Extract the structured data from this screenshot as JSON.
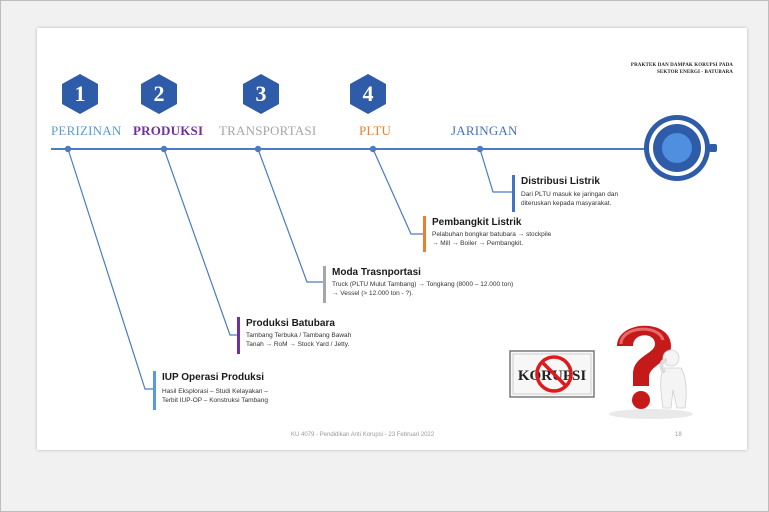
{
  "header": {
    "line1": "PRAKTEK DAN DAMPAK KORUPSI PADA",
    "line2": "SEKTOR ENERGI - BATUBARA"
  },
  "stages": [
    {
      "number": "1",
      "label": "PERIZINAN",
      "color": "#5b9bd5"
    },
    {
      "number": "2",
      "label": "PRODUKSI",
      "color": "#7030a0"
    },
    {
      "number": "3",
      "label": "TRANSPORTASI",
      "color": "#a6a6a6"
    },
    {
      "number": "4",
      "label": "PLTU",
      "color": "#ed7d31"
    },
    {
      "number": "",
      "label": "JARINGAN",
      "color": "#4472c4"
    }
  ],
  "boxes": [
    {
      "title": "Distribusi Listrik",
      "lines": [
        "Dari PLTU masuk ke jaringan dan",
        "diteruskan kepada masyarakat."
      ],
      "color": "#4472c4"
    },
    {
      "title": "Pembangkit Listrik",
      "lines": [
        "Pelabuhan bongkar batubara → stockpile",
        "→ Mill → Boiler → Pembangkit."
      ],
      "color": "#ed7d31"
    },
    {
      "title": "Moda Trasnportasi",
      "lines": [
        "Truck (PLTU Mulut Tambang) → Tongkang (8000 – 12.000 ton)",
        "→ Vessel (> 12.000 ton - ?)."
      ],
      "color": "#a6a6a6"
    },
    {
      "title": "Produksi Batubara",
      "lines": [
        "Tambang Terbuka / Tambang Bawah",
        "Tanah → RoM → Stock Yard / Jetty."
      ],
      "color": "#7030a0"
    },
    {
      "title": "IUP Operasi Produksi",
      "lines": [
        "Hasil Eksplorasi – Studi Kelayakan –",
        "Terbit IUP-OP – Konstruksi Tambang"
      ],
      "color": "#5b9bd5"
    }
  ],
  "sign_text": "KORUPSI",
  "footer": "KU 4079 - Pendidikan Anti Korupsi - 23 Februari 2022",
  "page_number": "18",
  "colors": {
    "hexagon": "#2f5ca8",
    "timeline": "#4a7cc4",
    "connector": "#4a7cc4"
  },
  "icons": [
    "end-target-icon",
    "no-corruption-sign-icon",
    "question-man-icon"
  ]
}
